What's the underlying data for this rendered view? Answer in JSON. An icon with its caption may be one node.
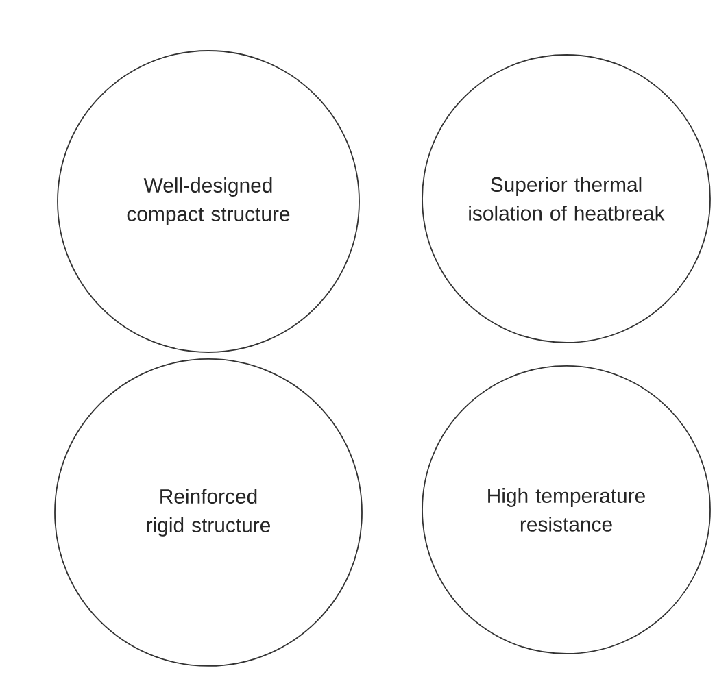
{
  "diagram": {
    "nodes": [
      {
        "text": [
          "Well-designed compact structure"
        ]
      },
      {
        "text": [
          "Superior thermal isolation of heatbreak"
        ]
      },
      {
        "text": [
          "Reinforced rigid structure"
        ]
      },
      {
        "text": [
          "High temperature resistance"
        ]
      }
    ]
  }
}
